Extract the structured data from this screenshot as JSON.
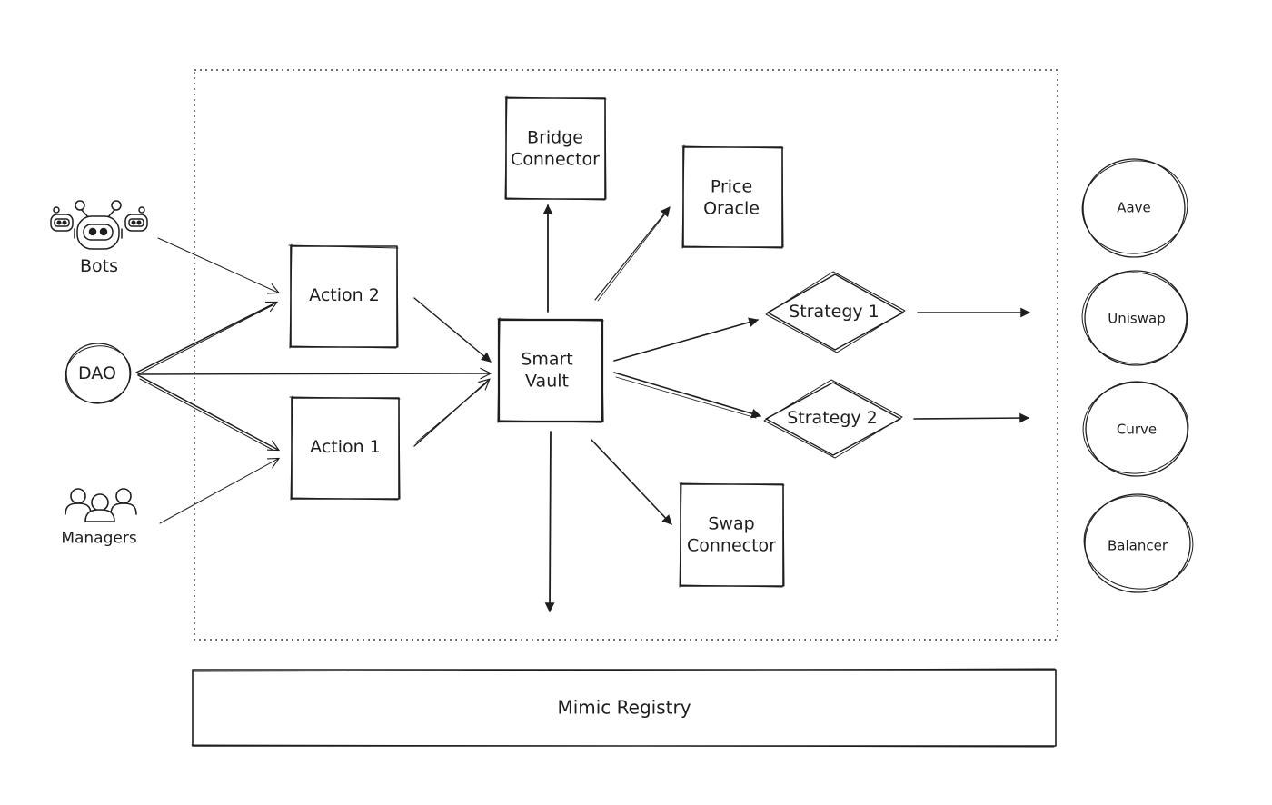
{
  "nodes": {
    "bots": "Bots",
    "dao": "DAO",
    "managers": "Managers",
    "action_2": "Action 2",
    "action_1": "Action 1",
    "smart_vault_line1": "Smart",
    "smart_vault_line2": "Vault",
    "bridge_connector_line1": "Bridge",
    "bridge_connector_line2": "Connector",
    "price_oracle_line1": "Price",
    "price_oracle_line2": "Oracle",
    "strategy_1": "Strategy 1",
    "strategy_2": "Strategy 2",
    "swap_connector_line1": "Swap",
    "swap_connector_line2": "Connector",
    "aave": "Aave",
    "uniswap": "Uniswap",
    "curve": "Curve",
    "balancer": "Balancer",
    "mimic_registry": "Mimic Registry"
  },
  "icons": {
    "bots": "robot-icon",
    "managers": "users-group-icon"
  },
  "colors": {
    "stroke": "#1e1e1e",
    "background": "#ffffff"
  }
}
